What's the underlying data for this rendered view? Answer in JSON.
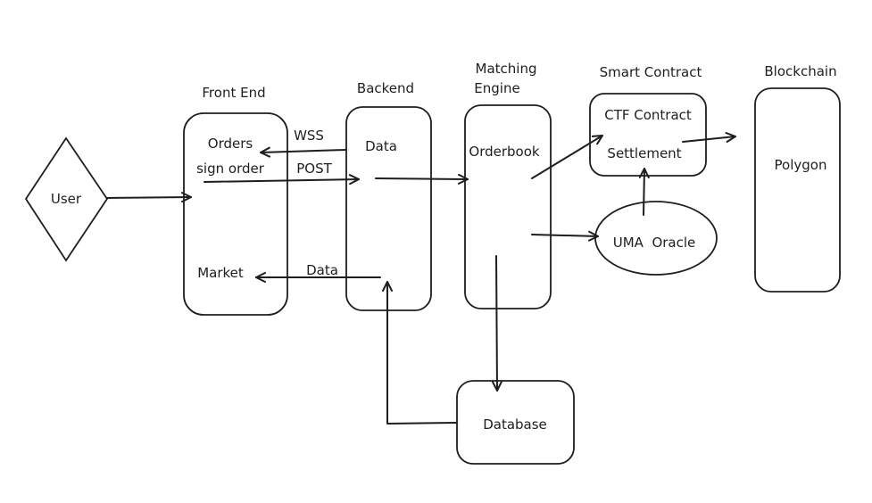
{
  "diagram": {
    "user": "User",
    "headers": {
      "front_end": "Front End",
      "backend": "Backend",
      "matching_engine_1": "Matching",
      "matching_engine_2": "Engine",
      "smart_contract": "Smart Contract",
      "blockchain": "Blockchain"
    },
    "front_end": {
      "orders": "Orders",
      "sign_order": "sign order",
      "market": "Market"
    },
    "backend": {
      "data": "Data"
    },
    "matching_engine": {
      "orderbook": "Orderbook"
    },
    "smart_contract": {
      "ctf_contract": "CTF Contract",
      "settlement": "Settlement"
    },
    "oracle": "UMA  Oracle",
    "blockchain": {
      "polygon": "Polygon"
    },
    "database": "Database",
    "edge_labels": {
      "wss": "WSS",
      "post": "POST",
      "data": "Data"
    }
  }
}
